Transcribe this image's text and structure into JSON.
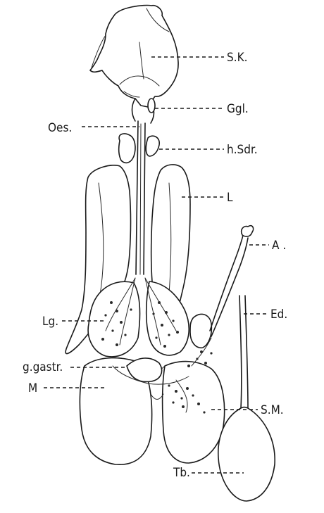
{
  "labels": {
    "sk": "S.K.",
    "ggl": "Ggl.",
    "oes": "Oes.",
    "hsdr": "h.Sdr.",
    "l": "L",
    "a": "A .",
    "lg": "Lg.",
    "ed": "Ed.",
    "ggastr": "g.gastr.",
    "m": "M",
    "sm": "S.M.",
    "tb": "Tb."
  }
}
